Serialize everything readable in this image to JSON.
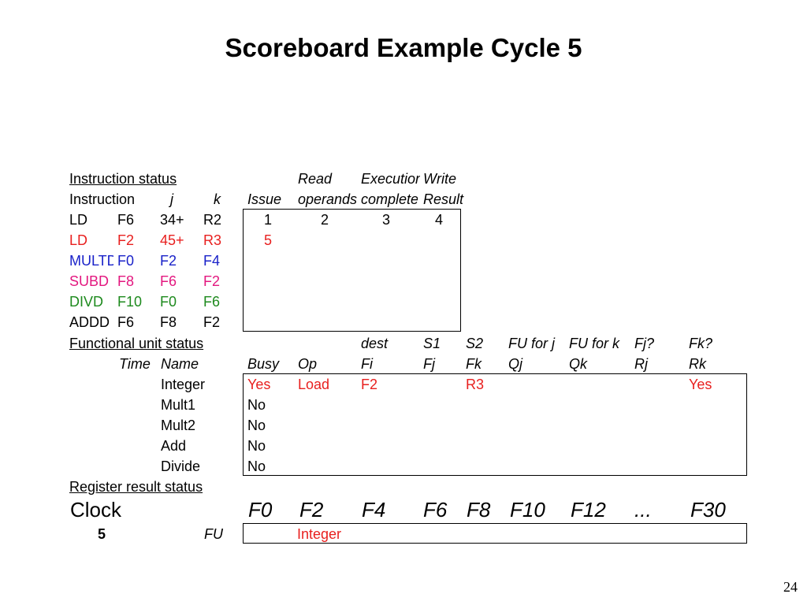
{
  "title": "Scoreboard Example Cycle 5",
  "page_number": "24",
  "colors": {
    "red": "#e8201f",
    "blue": "#1a22c9",
    "magenta": "#e3177f",
    "green": "#1e8a1e",
    "black": "#000000"
  },
  "instruction_status": {
    "heading": "Instruction status",
    "header_top": {
      "read": "Read",
      "exec": "Execution",
      "write": "Write"
    },
    "header_bottom": {
      "instruction": "Instruction",
      "j": "j",
      "k": "k",
      "issue": "Issue",
      "read": "operands",
      "exec": "complete",
      "write": "Result"
    },
    "rows": [
      {
        "op": "LD",
        "dest": "F6",
        "j": "34+",
        "k": "R2",
        "issue": "1",
        "read": "2",
        "exec": "3",
        "write": "4",
        "color": "#000000"
      },
      {
        "op": "LD",
        "dest": "F2",
        "j": "45+",
        "k": "R3",
        "issue": "5",
        "read": "",
        "exec": "",
        "write": "",
        "color": "#e8201f"
      },
      {
        "op": "MULTD",
        "dest": "F0",
        "j": "F2",
        "k": "F4",
        "issue": "",
        "read": "",
        "exec": "",
        "write": "",
        "color": "#1a22c9"
      },
      {
        "op": "SUBD",
        "dest": "F8",
        "j": "F6",
        "k": "F2",
        "issue": "",
        "read": "",
        "exec": "",
        "write": "",
        "color": "#e3177f"
      },
      {
        "op": "DIVD",
        "dest": "F10",
        "j": "F0",
        "k": "F6",
        "issue": "",
        "read": "",
        "exec": "",
        "write": "",
        "color": "#1e8a1e"
      },
      {
        "op": "ADDD",
        "dest": "F6",
        "j": "F8",
        "k": "F2",
        "issue": "",
        "read": "",
        "exec": "",
        "write": "",
        "color": "#000000"
      }
    ]
  },
  "functional_unit_status": {
    "heading": "Functional unit status",
    "header_top": {
      "dest": "dest",
      "s1": "S1",
      "s2": "S2",
      "fuj": "FU for j",
      "fuk": "FU for k",
      "fjq": "Fj?",
      "fkq": "Fk?"
    },
    "header_bottom": {
      "time": "Time",
      "name": "Name",
      "busy": "Busy",
      "op": "Op",
      "fi": "Fi",
      "fj": "Fj",
      "fk": "Fk",
      "qj": "Qj",
      "qk": "Qk",
      "rj": "Rj",
      "rk": "Rk"
    },
    "rows": [
      {
        "name": "Integer",
        "busy": "Yes",
        "op": "Load",
        "fi": "F2",
        "fj": "",
        "fk": "R3",
        "qj": "",
        "qk": "",
        "rj": "",
        "rk": "Yes",
        "color": "#e8201f"
      },
      {
        "name": "Mult1",
        "busy": "No",
        "op": "",
        "fi": "",
        "fj": "",
        "fk": "",
        "qj": "",
        "qk": "",
        "rj": "",
        "rk": "",
        "color": "#000000"
      },
      {
        "name": "Mult2",
        "busy": "No",
        "op": "",
        "fi": "",
        "fj": "",
        "fk": "",
        "qj": "",
        "qk": "",
        "rj": "",
        "rk": "",
        "color": "#000000"
      },
      {
        "name": "Add",
        "busy": "No",
        "op": "",
        "fi": "",
        "fj": "",
        "fk": "",
        "qj": "",
        "qk": "",
        "rj": "",
        "rk": "",
        "color": "#000000"
      },
      {
        "name": "Divide",
        "busy": "No",
        "op": "",
        "fi": "",
        "fj": "",
        "fk": "",
        "qj": "",
        "qk": "",
        "rj": "",
        "rk": "",
        "color": "#000000"
      }
    ]
  },
  "register_result_status": {
    "heading": "Register result status",
    "clock_label": "Clock",
    "clock_value": "5",
    "fu_label": "FU",
    "registers": [
      "F0",
      "F2",
      "F4",
      "F6",
      "F8",
      "F10",
      "F12",
      "...",
      "F30"
    ],
    "fu_values": [
      "",
      "Integer",
      "",
      "",
      "",
      "",
      "",
      "",
      ""
    ],
    "fu_color": "#e8201f"
  }
}
